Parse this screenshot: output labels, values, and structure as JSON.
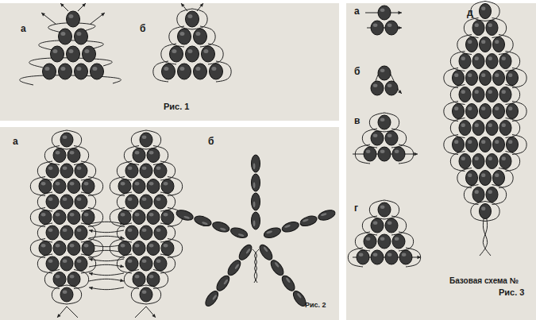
{
  "diagram": {
    "labels": [
      "а",
      "б",
      "Рис. 1",
      "а",
      "б",
      "Рис. 2",
      "а",
      "б",
      "в",
      "г",
      "д",
      "Базовая схема №",
      "Рис. 3"
    ]
  }
}
